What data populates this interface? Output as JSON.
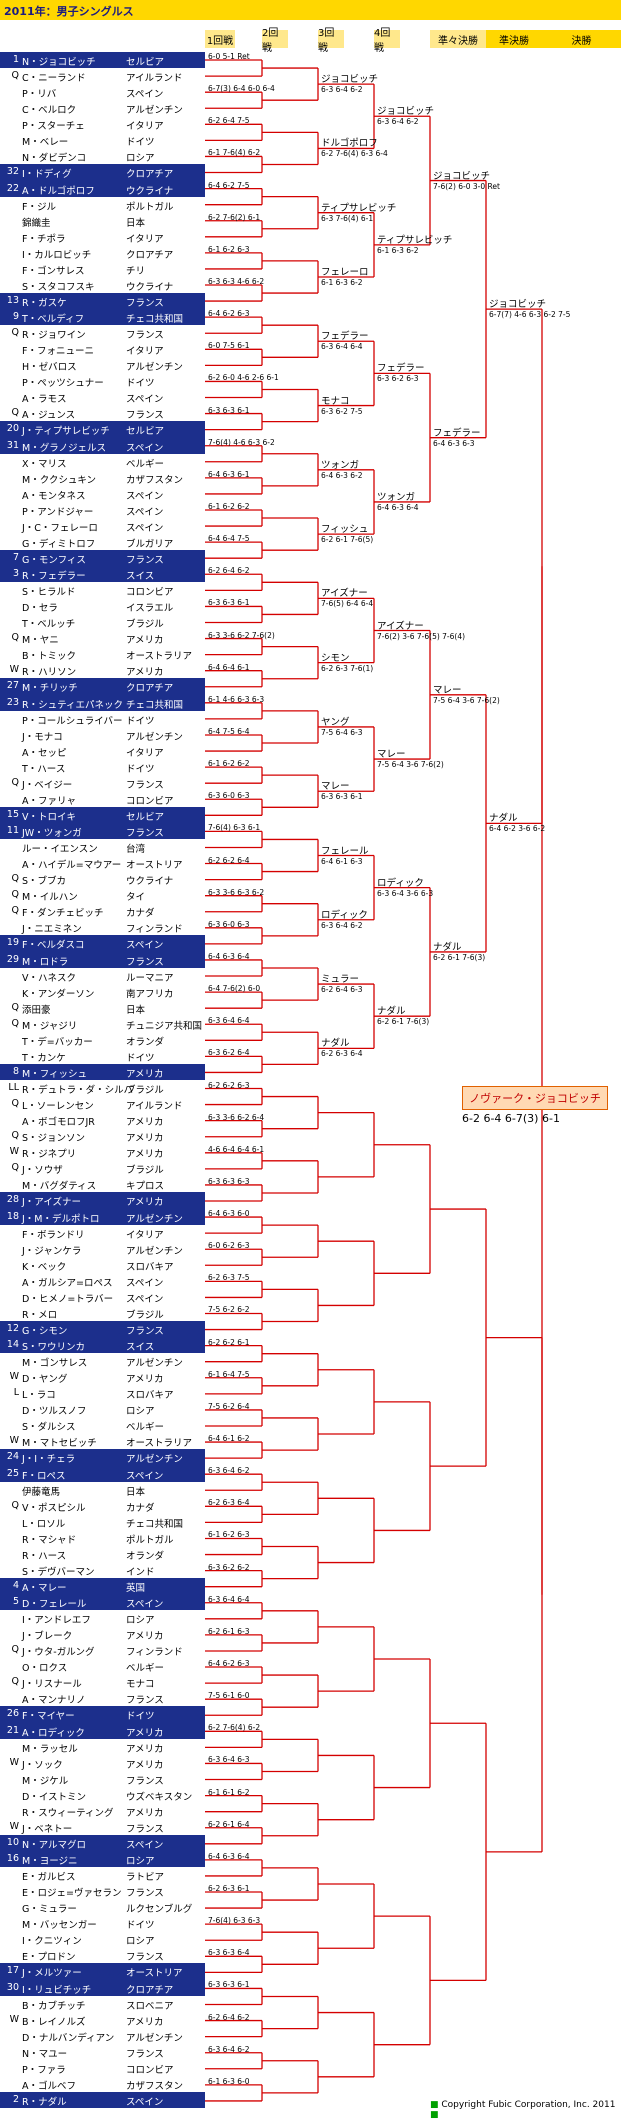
{
  "header": {
    "title": "2011年：男子シングルス"
  },
  "rounds": [
    "1回戦",
    "2回戦",
    "3回戦",
    "4回戦",
    "準々決勝",
    "準決勝",
    "決勝"
  ],
  "players": [
    [
      "1",
      "N・ジョコビッチ",
      "セルビア",
      1
    ],
    [
      "Q",
      "C・ニーランド",
      "アイルランド",
      0
    ],
    [
      "",
      "P・リバ",
      "スペイン",
      0
    ],
    [
      "",
      "C・ベルロク",
      "アルゼンチン",
      0
    ],
    [
      "",
      "P・スターチェ",
      "イタリア",
      0
    ],
    [
      "",
      "M・ベレー",
      "ドイツ",
      0
    ],
    [
      "",
      "N・ダビデンコ",
      "ロシア",
      0
    ],
    [
      "32",
      "I・ドディグ",
      "クロアチア",
      1
    ],
    [
      "22",
      "A・ドルゴポロフ",
      "ウクライナ",
      1
    ],
    [
      "",
      "F・ジル",
      "ポルトガル",
      0
    ],
    [
      "",
      "錦織圭",
      "日本",
      0
    ],
    [
      "",
      "F・チポラ",
      "イタリア",
      0
    ],
    [
      "",
      "I・カルロビッチ",
      "クロアチア",
      0
    ],
    [
      "",
      "F・ゴンサレス",
      "チリ",
      0
    ],
    [
      "",
      "S・スタコフスキ",
      "ウクライナ",
      0
    ],
    [
      "13",
      "R・ガスケ",
      "フランス",
      1
    ],
    [
      "9",
      "T・ベルディフ",
      "チェコ共和国",
      1
    ],
    [
      "Q",
      "R・ジョワイン",
      "フランス",
      0
    ],
    [
      "",
      "F・フォニューニ",
      "イタリア",
      0
    ],
    [
      "",
      "H・ゼバロス",
      "アルゼンチン",
      0
    ],
    [
      "",
      "P・ペッツシュナー",
      "ドイツ",
      0
    ],
    [
      "",
      "A・ラモス",
      "スペイン",
      0
    ],
    [
      "Q",
      "A・ジュンス",
      "フランス",
      0
    ],
    [
      "20",
      "J・ティプサレビッチ",
      "セルビア",
      1
    ],
    [
      "31",
      "M・グラノジェルス",
      "スペイン",
      1
    ],
    [
      "",
      "X・マリス",
      "ベルギー",
      0
    ],
    [
      "",
      "M・ククシュキン",
      "カザフスタン",
      0
    ],
    [
      "",
      "A・モンタネス",
      "スペイン",
      0
    ],
    [
      "",
      "P・アンドジャー",
      "スペイン",
      0
    ],
    [
      "",
      "J・C・フェレーロ",
      "スペイン",
      0
    ],
    [
      "",
      "G・ディミトロフ",
      "ブルガリア",
      0
    ],
    [
      "7",
      "G・モンフィス",
      "フランス",
      1
    ],
    [
      "3",
      "R・フェデラー",
      "スイス",
      1
    ],
    [
      "",
      "S・ヒラルド",
      "コロンビア",
      0
    ],
    [
      "",
      "D・セラ",
      "イスラエル",
      0
    ],
    [
      "",
      "T・ベルッチ",
      "ブラジル",
      0
    ],
    [
      "Q",
      "M・ヤニ",
      "アメリカ",
      0
    ],
    [
      "",
      "B・トミック",
      "オーストラリア",
      0
    ],
    [
      "W",
      "R・ハリソン",
      "アメリカ",
      0
    ],
    [
      "27",
      "M・チリッチ",
      "クロアチア",
      1
    ],
    [
      "23",
      "R・シュティエパネック",
      "チェコ共和国",
      1
    ],
    [
      "",
      "P・コールシュライバー",
      "ドイツ",
      0
    ],
    [
      "",
      "J・モナコ",
      "アルゼンチン",
      0
    ],
    [
      "",
      "A・セッピ",
      "イタリア",
      0
    ],
    [
      "",
      "T・ハース",
      "ドイツ",
      0
    ],
    [
      "Q",
      "J・ベイジー",
      "フランス",
      0
    ],
    [
      "",
      "A・ファリャ",
      "コロンビア",
      0
    ],
    [
      "15",
      "V・トロイキ",
      "セルビア",
      1
    ],
    [
      "11",
      "JW・ツォンガ",
      "フランス",
      1
    ],
    [
      "",
      "ルー・イエンスン",
      "台湾",
      0
    ],
    [
      "",
      "A・ハイデル=マウアー",
      "オーストリア",
      0
    ],
    [
      "Q",
      "S・ブブカ",
      "ウクライナ",
      0
    ],
    [
      "Q",
      "M・イルハン",
      "タイ",
      0
    ],
    [
      "Q",
      "F・ダンチェビッチ",
      "カナダ",
      0
    ],
    [
      "",
      "J・ニエミネン",
      "フィンランド",
      0
    ],
    [
      "19",
      "F・ベルダスコ",
      "スペイン",
      1
    ],
    [
      "29",
      "M・ロドラ",
      "フランス",
      1
    ],
    [
      "",
      "V・ハネスク",
      "ルーマニア",
      0
    ],
    [
      "",
      "K・アンダーソン",
      "南アフリカ",
      0
    ],
    [
      "Q",
      "添田豪",
      "日本",
      0
    ],
    [
      "Q",
      "M・ジャジリ",
      "チュニジア共和国",
      0
    ],
    [
      "",
      "T・デ=バッカー",
      "オランダ",
      0
    ],
    [
      "",
      "T・カンケ",
      "ドイツ",
      0
    ],
    [
      "8",
      "M・フィッシュ",
      "アメリカ",
      1
    ],
    [
      "LL",
      "R・デュトラ・ダ・シルバ",
      "ブラジル",
      0
    ],
    [
      "Q",
      "L・ソーレンセン",
      "アイルランド",
      0
    ],
    [
      "",
      "A・ボゴモロフJR",
      "アメリカ",
      0
    ],
    [
      "Q",
      "S・ジョンソン",
      "アメリカ",
      0
    ],
    [
      "W",
      "R・ジネプリ",
      "アメリカ",
      0
    ],
    [
      "Q",
      "J・ソウザ",
      "ブラジル",
      0
    ],
    [
      "",
      "M・バグダティス",
      "キプロス",
      0
    ],
    [
      "28",
      "J・アイズナー",
      "アメリカ",
      1
    ],
    [
      "18",
      "J・M・デルポトロ",
      "アルゼンチン",
      1
    ],
    [
      "",
      "F・ボランドリ",
      "イタリア",
      0
    ],
    [
      "",
      "J・ジャンケラ",
      "アルゼンチン",
      0
    ],
    [
      "",
      "K・ベック",
      "スロバキア",
      0
    ],
    [
      "",
      "A・ガルシア=ロペス",
      "スペイン",
      0
    ],
    [
      "",
      "D・ヒメノ=トラバー",
      "スペイン",
      0
    ],
    [
      "",
      "R・メロ",
      "ブラジル",
      0
    ],
    [
      "12",
      "G・シモン",
      "フランス",
      1
    ],
    [
      "14",
      "S・ワウリンカ",
      "スイス",
      1
    ],
    [
      "",
      "M・ゴンサレス",
      "アルゼンチン",
      0
    ],
    [
      "W",
      "D・ヤング",
      "アメリカ",
      0
    ],
    [
      "L",
      "L・ラコ",
      "スロバキア",
      0
    ],
    [
      "",
      "D・ツルスノフ",
      "ロシア",
      0
    ],
    [
      "",
      "S・ダルシス",
      "ベルギー",
      0
    ],
    [
      "W",
      "M・マトセビッチ",
      "オーストラリア",
      0
    ],
    [
      "24",
      "J・I・チェラ",
      "アルゼンチン",
      1
    ],
    [
      "25",
      "F・ロペス",
      "スペイン",
      1
    ],
    [
      "",
      "伊藤竜馬",
      "日本",
      0
    ],
    [
      "Q",
      "V・ポスピシル",
      "カナダ",
      0
    ],
    [
      "",
      "L・ロソル",
      "チェコ共和国",
      0
    ],
    [
      "",
      "R・マシャド",
      "ポルトガル",
      0
    ],
    [
      "",
      "R・ハース",
      "オランダ",
      0
    ],
    [
      "",
      "S・デヴバーマン",
      "インド",
      0
    ],
    [
      "4",
      "A・マレー",
      "英国",
      1
    ],
    [
      "5",
      "D・フェレール",
      "スペイン",
      1
    ],
    [
      "",
      "I・アンドレエフ",
      "ロシア",
      0
    ],
    [
      "",
      "J・ブレーク",
      "アメリカ",
      0
    ],
    [
      "Q",
      "J・ウタ-ガルング",
      "フィンランド",
      0
    ],
    [
      "",
      "O・ロクス",
      "ベルギー",
      0
    ],
    [
      "Q",
      "J・リスナール",
      "モナコ",
      0
    ],
    [
      "",
      "A・マンナリノ",
      "フランス",
      0
    ],
    [
      "26",
      "F・マイヤー",
      "ドイツ",
      1
    ],
    [
      "21",
      "A・ロディック",
      "アメリカ",
      1
    ],
    [
      "",
      "M・ラッセル",
      "アメリカ",
      0
    ],
    [
      "W",
      "J・ソック",
      "アメリカ",
      0
    ],
    [
      "",
      "M・ジケル",
      "フランス",
      0
    ],
    [
      "",
      "D・イストミン",
      "ウズベキスタン",
      0
    ],
    [
      "",
      "R・スウィーティング",
      "アメリカ",
      0
    ],
    [
      "W",
      "J・ベネトー",
      "フランス",
      0
    ],
    [
      "10",
      "N・アルマグロ",
      "スペイン",
      1
    ],
    [
      "16",
      "M・ヨージニ",
      "ロシア",
      1
    ],
    [
      "",
      "E・ガルビス",
      "ラトビア",
      0
    ],
    [
      "",
      "E・ロジェ=ヴァセラン",
      "フランス",
      0
    ],
    [
      "",
      "G・ミュラー",
      "ルクセンブルグ",
      0
    ],
    [
      "",
      "M・バッセンガー",
      "ドイツ",
      0
    ],
    [
      "",
      "I・クニツィン",
      "ロシア",
      0
    ],
    [
      "",
      "E・プロドン",
      "フランス",
      0
    ],
    [
      "17",
      "J・メルツァー",
      "オーストリア",
      1
    ],
    [
      "30",
      "I・リュビチッチ",
      "クロアチア",
      1
    ],
    [
      "",
      "B・カブチッチ",
      "スロベニア",
      0
    ],
    [
      "W",
      "B・レイノルズ",
      "アメリカ",
      0
    ],
    [
      "",
      "D・ナルバンディアン",
      "アルゼンチン",
      0
    ],
    [
      "",
      "N・マユー",
      "フランス",
      0
    ],
    [
      "",
      "P・ファラ",
      "コロンビア",
      0
    ],
    [
      "",
      "A・ゴルベフ",
      "カザフスタン",
      0
    ],
    [
      "2",
      "R・ナダル",
      "スペイン",
      1
    ]
  ],
  "r2": [
    [
      "6-0 5-1 Ret",
      "6-7(3) 6-4 6-0 6-4"
    ],
    [
      "6-2 6-4 7-5",
      "6-1 7-6(4) 6-2"
    ],
    [
      "6-4 6-2 7-5",
      "6-2 7-6(2) 6-1"
    ],
    [
      "6-1 6-2 6-3",
      "6-3 6-3 4-6 6-2"
    ],
    [
      "6-4 6-2 6-3",
      "6-0 7-5 6-1"
    ],
    [
      "6-2 6-0 4-6 2-6 6-1",
      "6-3 6-3 6-1"
    ],
    [
      "7-6(4) 4-6 6-3 6-2",
      "6-4 6-3 6-1"
    ],
    [
      "6-1 6-2 6-2",
      "6-4 6-4 7-5"
    ],
    [
      "6-2 6-4 6-2",
      "6-3 6-3 6-1"
    ],
    [
      "6-3 3-6 6-2 7-6(2)",
      "6-4 6-4 6-1"
    ],
    [
      "6-1 4-6 6-3 6-3",
      "6-4 7-5 6-4"
    ],
    [
      "6-1 6-2 6-2",
      "6-3 6-0 6-3"
    ],
    [
      "7-6(4) 6-3 6-1",
      "6-2 6-2 6-4"
    ],
    [
      "6-3 3-6 6-3 6-2",
      "6-3 6-0 6-3"
    ],
    [
      "6-4 6-3 6-4",
      "6-4 7-6(2) 6-0"
    ],
    [
      "6-3 6-4 6-4",
      "6-3 6-2 6-4"
    ],
    [
      "6-2 6-2 6-3",
      "6-3 3-6 6-2 6-4"
    ],
    [
      "4-6 6-4 6-4 6-1",
      "6-3 6-3 6-3"
    ],
    [
      "6-4 6-3 6-0",
      "6-0 6-2 6-3"
    ],
    [
      "6-2 6-3 7-5",
      "7-5 6-2 6-2"
    ],
    [
      "6-2 6-2 6-1",
      "6-1 6-4 7-5"
    ],
    [
      "7-5 6-2 6-4",
      "6-4 6-1 6-2"
    ],
    [
      "6-3 6-4 6-2",
      "6-2 6-3 6-4"
    ],
    [
      "6-1 6-2 6-3",
      "6-3 6-2 6-2"
    ],
    [
      "6-3 6-4 6-4",
      "6-2 6-1 6-3"
    ],
    [
      "6-4 6-2 6-3",
      "7-5 6-1 6-0"
    ],
    [
      "6-2 7-6(4) 6-2",
      "6-3 6-4 6-3"
    ],
    [
      "6-1 6-1 6-2",
      "6-2 6-1 6-4"
    ],
    [
      "6-4 6-3 6-4",
      "6-2 6-3 6-1"
    ],
    [
      "7-6(4) 6-3 6-3",
      "6-3 6-3 6-4"
    ],
    [
      "6-3 6-3 6-1",
      "6-2 6-4 6-2"
    ],
    [
      "6-3 6-4 6-2",
      "6-1 6-3 6-0"
    ]
  ],
  "winners": {
    "r3": [
      "ジョコビッチ",
      "ドルゴポロフ",
      "ティプサレビッチ",
      "フェレーロ",
      "フェデラー",
      "モナコ",
      "ツォンガ",
      "フィッシュ",
      "アイズナー",
      "シモン",
      "ヤング",
      "マレー",
      "フェレール",
      "ロディック",
      "ミュラー",
      "ナダル"
    ],
    "r4": [
      "ジョコビッチ",
      "ティプサレビッチ",
      "フェデラー",
      "ツォンガ",
      "アイズナー",
      "マレー",
      "ロディック",
      "ナダル"
    ],
    "qf": [
      "ジョコビッチ",
      "フェデラー",
      "マレー",
      "ナダル"
    ],
    "sf": [
      "ジョコビッチ",
      "ナダル"
    ]
  },
  "scores": {
    "r3": [
      "6-3 6-4 6-2",
      "6-2 7-6(4) 6-3 6-4",
      "6-3 7-6(4) 6-1",
      "6-1 6-3 6-2",
      "6-3 6-4 6-4",
      "6-3 6-2 7-5",
      "6-4 6-3 6-2",
      "6-2 6-1 7-6(5)",
      "7-6(5) 6-4 6-4",
      "6-2 6-3 7-6(1)",
      "7-5 6-4 6-3",
      "6-3 6-3 6-1",
      "6-4 6-1 6-3",
      "6-3 6-4 6-2",
      "6-2 6-4 6-3",
      "6-2 6-3 6-4"
    ],
    "r4": [
      "6-3 6-4 6-2",
      "6-1 6-3 6-2",
      "6-3 6-2 6-3",
      "6-4 6-3 6-4",
      "7-6(2) 3-6 7-6(5) 7-6(4)",
      "7-5 6-4 3-6 7-6(2)",
      "6-3 6-4 3-6 6-3",
      "6-2 6-1 7-6(3)"
    ],
    "qf": [
      "7-6(2) 6-0 3-0 Ret",
      "6-4 6-3 6-3",
      "7-5 6-4 3-6 7-6(2)",
      "6-2 6-1 7-6(3)"
    ],
    "sf": [
      "6-7(7) 4-6 6-3 6-2 7-5",
      "6-4 6-2 3-6 6-2"
    ]
  },
  "champion": "ノヴァーク・ジョコビッチ",
  "final_score": "6-2 6-4 6-7(3) 6-1",
  "copyright": "Copyright Fubic Corporation, Inc. 2011"
}
